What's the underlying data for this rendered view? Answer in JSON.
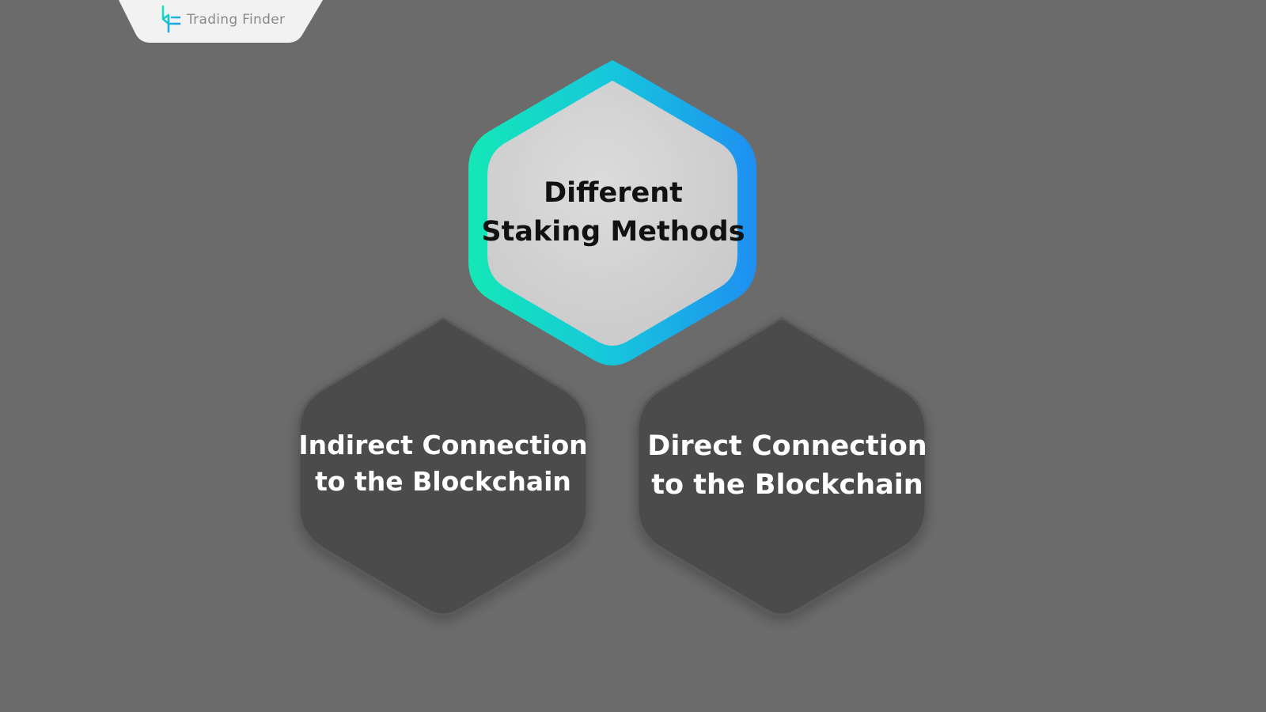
{
  "brand": {
    "name": "Trading Finder",
    "logo_icon": "trading-finder-logo-icon"
  },
  "diagram": {
    "center": {
      "line1": "Different",
      "line2": "Staking Methods"
    },
    "left": {
      "line1": "Indirect Connection",
      "line2": "to the Blockchain"
    },
    "right": {
      "line1": "Direct Connection",
      "line2": "to the Blockchain"
    }
  },
  "colors": {
    "background": "#6b6b6b",
    "gradient_start": "#14e8b6",
    "gradient_mid": "#16c6dc",
    "gradient_end": "#1e8ff2",
    "center_fill": "#d4d4d4",
    "side_fill": "#4b4b4b"
  }
}
